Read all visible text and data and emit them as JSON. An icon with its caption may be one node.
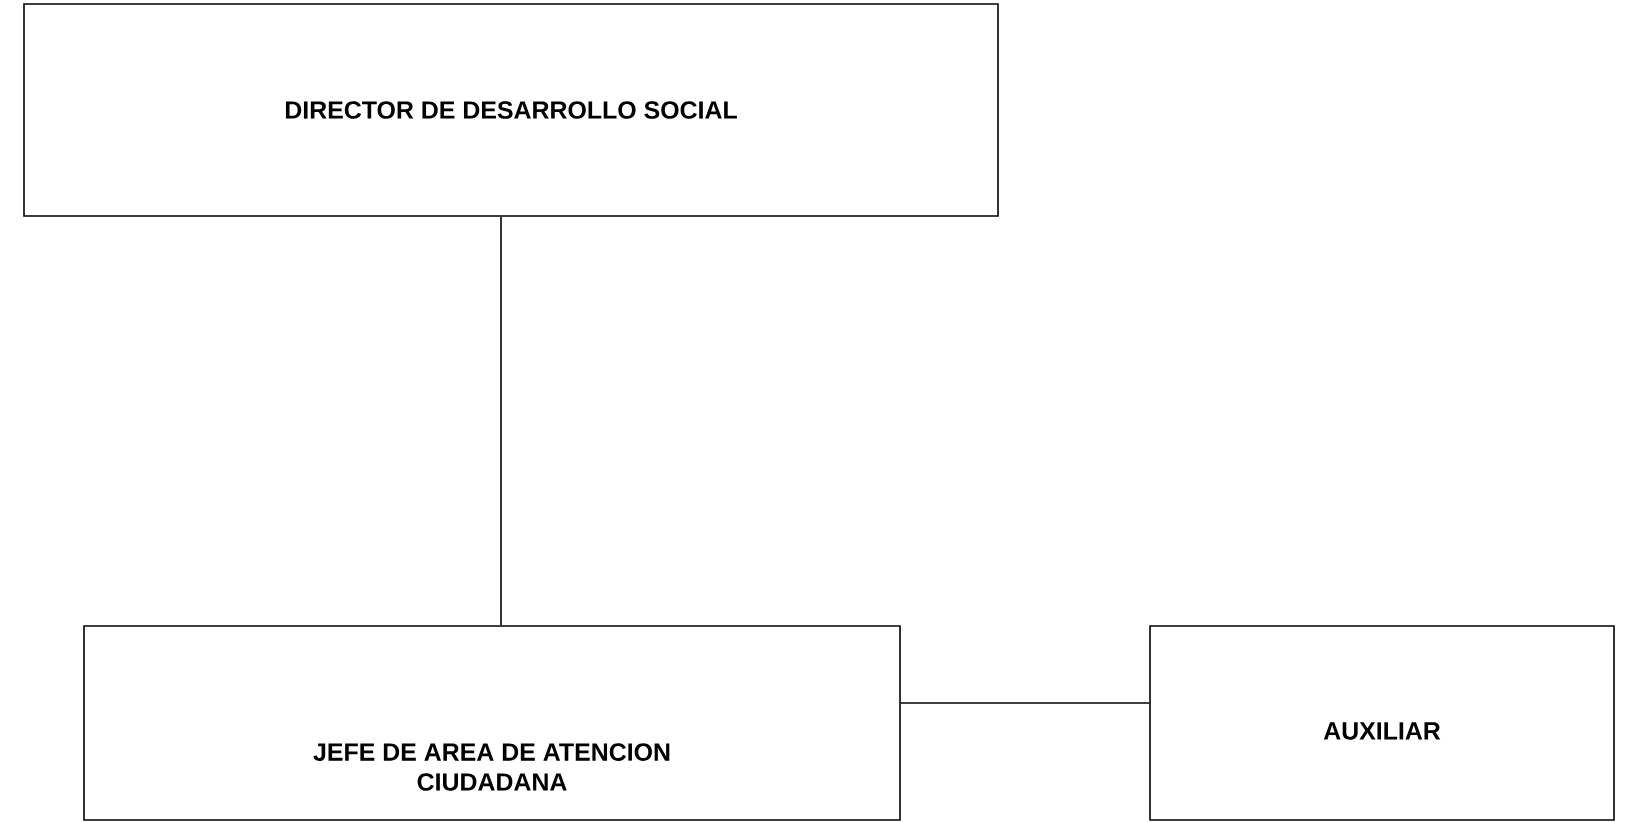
{
  "diagram": {
    "nodes": [
      {
        "text": [
          "DIRECTOR DE DESARROLLO SOCIAL"
        ]
      },
      {
        "text": [
          "JEFE DE AREA DE ATENCION CIUDADANA"
        ]
      },
      {
        "text": [
          "AUXILIAR"
        ]
      }
    ],
    "edges": [
      {
        "from": 0,
        "to": 1,
        "arrow": "none"
      },
      {
        "from": 1,
        "to": 2,
        "arrow": "none"
      }
    ]
  }
}
